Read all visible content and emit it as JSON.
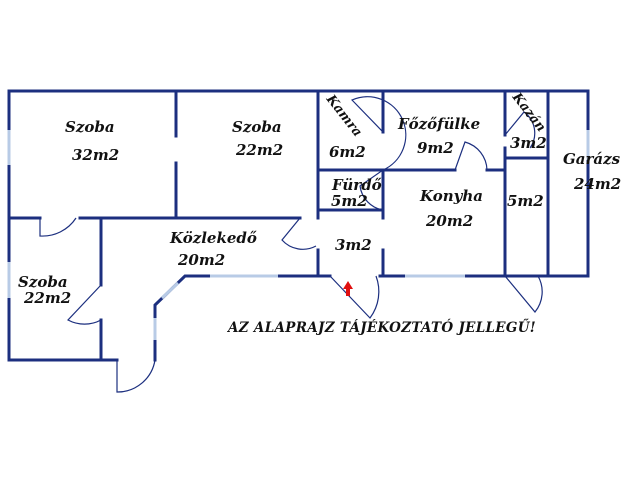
{
  "rooms": [
    {
      "name": "Szoba",
      "area": "32m2"
    },
    {
      "name": "Szoba",
      "area": "22m2"
    },
    {
      "name": "Kamra",
      "area": "6m2"
    },
    {
      "name": "Főzőfülke",
      "area": "9m2"
    },
    {
      "name": "Kazán",
      "area": "3m2"
    },
    {
      "name": "Garázs",
      "area": "24m2"
    },
    {
      "name": "Fürdő",
      "area": "5m2"
    },
    {
      "name": "Konyha",
      "area": "20m2"
    },
    {
      "name": "",
      "area": "5m2"
    },
    {
      "name": "Közlekedő",
      "area": "20m2"
    },
    {
      "name": "",
      "area": "3m2"
    },
    {
      "name": "Szoba",
      "area": "22m2"
    }
  ],
  "notice": "AZ ALAPRAJZ TÁJÉKOZTATÓ JELLEGŰ!",
  "colors": {
    "wall": "#1c2f7f",
    "window": "#b8cbe6",
    "entrance_arrow": "#e01010"
  },
  "icons": {
    "entrance": "up-arrow-icon"
  }
}
